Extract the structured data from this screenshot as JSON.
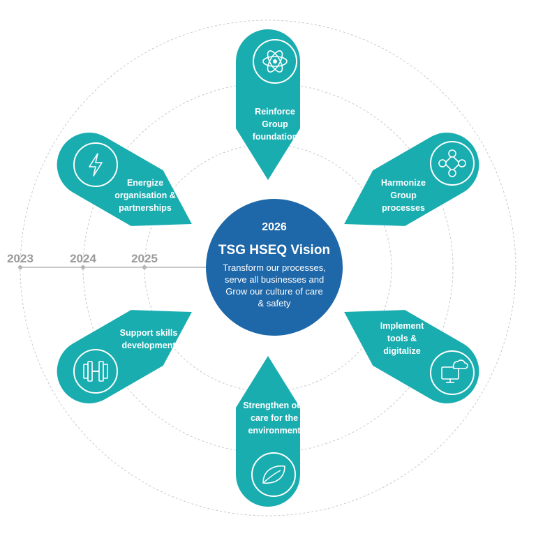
{
  "center": {
    "year": "2026",
    "title": "TSG HSEQ Vision",
    "subtitle_lines": [
      "Transform our processes,",
      "serve all businesses and",
      "Grow our culture of care",
      "& safety"
    ]
  },
  "timeline": {
    "ticks": [
      "2023",
      "2024",
      "2025"
    ]
  },
  "pillars": [
    {
      "id": "reinforce",
      "lines": [
        "Reinforce",
        "Group",
        "foundation"
      ],
      "icon": "atom-icon"
    },
    {
      "id": "harmonize",
      "lines": [
        "Harmonize",
        "Group",
        "processes"
      ],
      "icon": "process-cycle-icon"
    },
    {
      "id": "implement",
      "lines": [
        "Implement",
        "tools &",
        "digitalize"
      ],
      "icon": "cloud-computer-icon"
    },
    {
      "id": "strengthen",
      "lines": [
        "Strengthen our",
        "care for the",
        "environment"
      ],
      "icon": "leaf-icon"
    },
    {
      "id": "support",
      "lines": [
        "Support skills",
        "development"
      ],
      "icon": "dumbbell-icon"
    },
    {
      "id": "energize",
      "lines": [
        "Energize",
        "organisation &",
        "partnerships"
      ],
      "icon": "lightning-icon"
    }
  ],
  "colors": {
    "pillar": "#19adb0",
    "center": "#1e67a8",
    "ring": "#c8c8c8",
    "timeline": "#b5b5b5",
    "tick_text": "#9a9a9a"
  }
}
